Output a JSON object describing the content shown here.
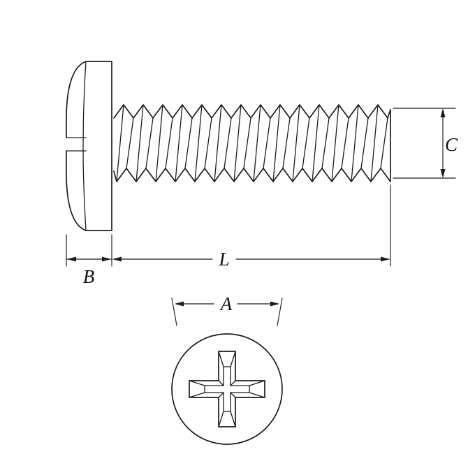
{
  "drawing": {
    "background_color": "#ffffff",
    "line_color": "#1c1c1c",
    "subject": "pan head phillips machine screw technical drawing",
    "views": {
      "side_view": "screw side elevation with pan head and fully threaded shank",
      "top_view": "head top view showing phillips cross recess"
    },
    "labels": {
      "head_diameter": "A",
      "head_height": "B",
      "thread_diameter": "C",
      "overall_length": "L"
    }
  }
}
